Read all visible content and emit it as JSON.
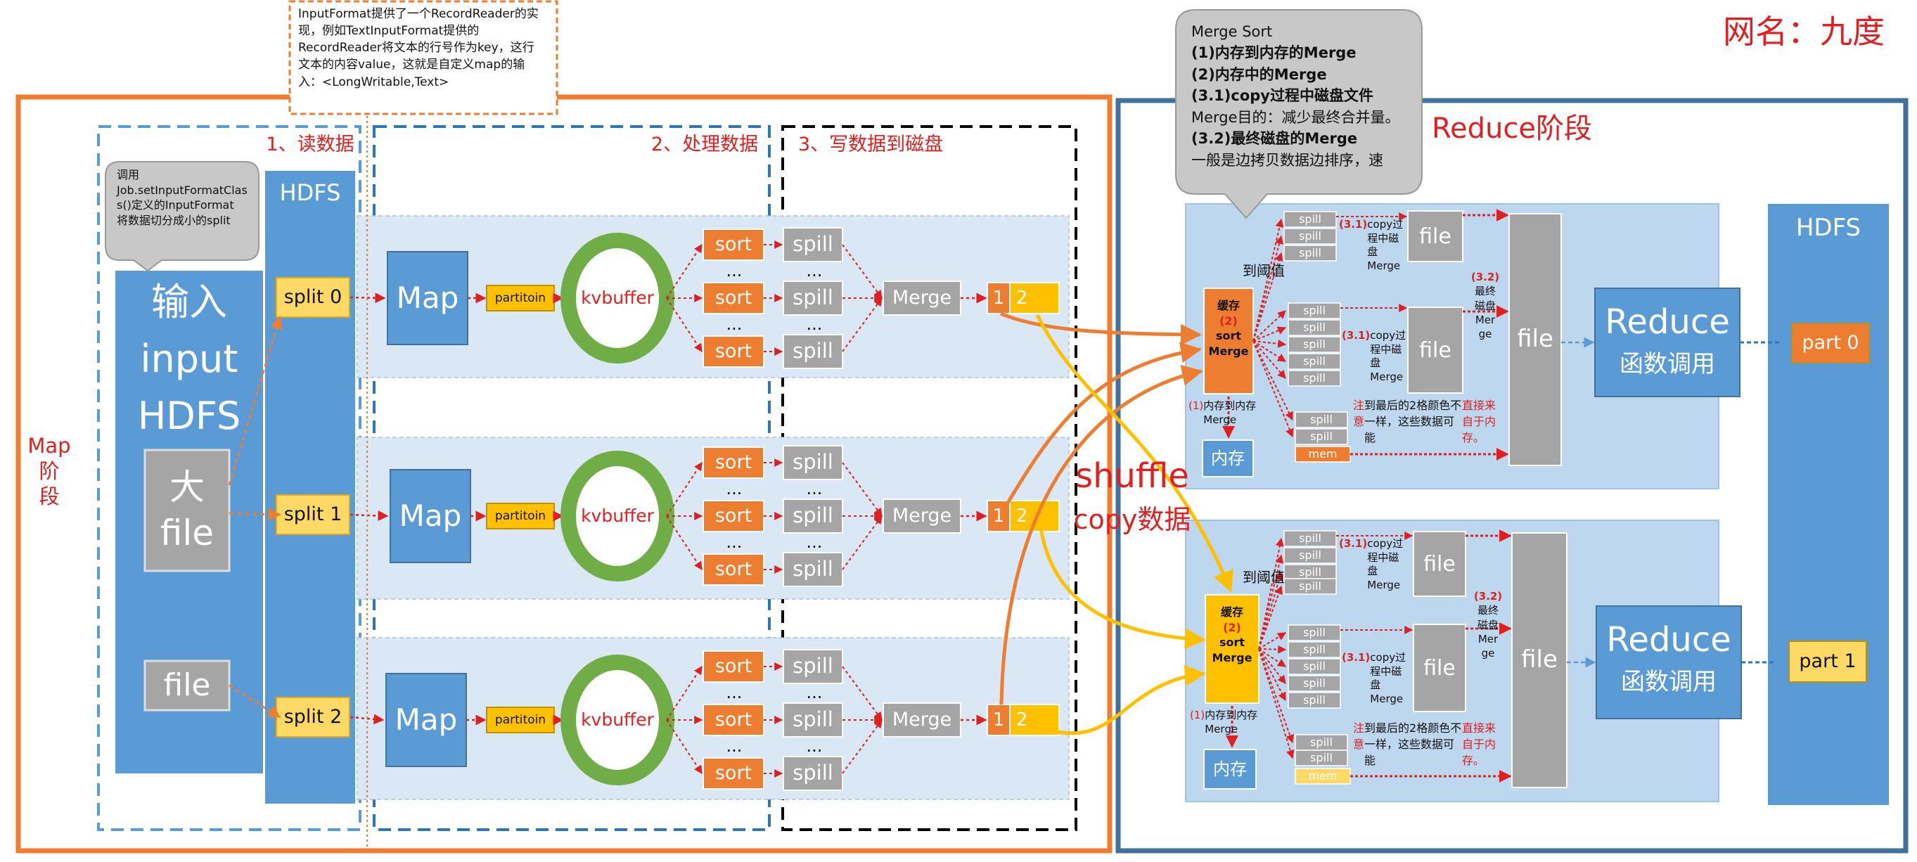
{
  "watermark": "网名：九度",
  "colors": {
    "map_border": "#ED7D31",
    "reduce_border": "#41719C",
    "blue": "#5B9BD5",
    "lightblue": "#DAE7F4",
    "orange": "#ED7D31",
    "yellow": "#FFC000",
    "green": "#70AD47",
    "gray": "#A5A5A5",
    "red": "#E02020",
    "callout": "#C8C8C8"
  },
  "map_phase": {
    "label": "Map\n阶\n段",
    "section_read": "1、读数据",
    "section_process": "2、处理数据",
    "section_write": "3、写数据到磁盘",
    "callout_setinput": "调用\nJob.setInputFormatClas\ns()定义的InputFormat\n将数据切分成小的split",
    "callout_inputformat": "InputFormat提供了一个RecordReader的实\n现，例如TextInputFormat提供的\nRecordReader将文本的行号作为key，这行\n文本的内容value，这就是自定义map的输\n入：<LongWritable,Text>",
    "input_label": "输入\ninput\nHDFS",
    "big_file": "大\nfile",
    "small_file": "file",
    "hdfs": "HDFS",
    "splits": [
      "split 0",
      "split 1",
      "split 2"
    ],
    "map": "Map",
    "partition": "partitoin",
    "kvbuffer": "kvbuffer",
    "sort": "sort",
    "spill": "spill",
    "dots": "...",
    "merge": "Merge",
    "part1": "1",
    "part2": "2"
  },
  "shuffle": {
    "title": "shuffle",
    "subtitle": "copy数据"
  },
  "reduce_phase": {
    "label": "Reduce阶段",
    "callout": {
      "title": "Merge Sort",
      "l1": "(1)内存到内存的Merge",
      "l2": "(2)内存中的Merge",
      "l3": "(3.1)copy过程中磁盘文件",
      "l4": "Merge目的：减少最终合并量。",
      "l5": "(3.2)最终磁盘的Merge",
      "l6": "一般是边拷贝数据边排序，速"
    },
    "hdfs": "HDFS",
    "threshold": "到阈值",
    "cache_label": "缓存",
    "cache_num": "(2)",
    "cache_sort": "sort",
    "cache_merge": "Merge",
    "copy_merge_num": "(3.1)",
    "copy_merge_text": "copy过程中磁盘Merge",
    "file": "file",
    "final_num": "(3.2)",
    "final_text": "最终磁盘Merge",
    "mem_to_mem_num": "(1)",
    "mem_to_mem_text": "内存到内存Merge",
    "memory": "内存",
    "mem": "mem",
    "note_a": "注意",
    "note_b": "到最后的2格颜色不一样，这些数据可能",
    "note_c": "直接来自于内存。",
    "reduce_title": "Reduce",
    "reduce_sub": "函数调用",
    "parts": [
      "part 0",
      "part 1"
    ]
  }
}
